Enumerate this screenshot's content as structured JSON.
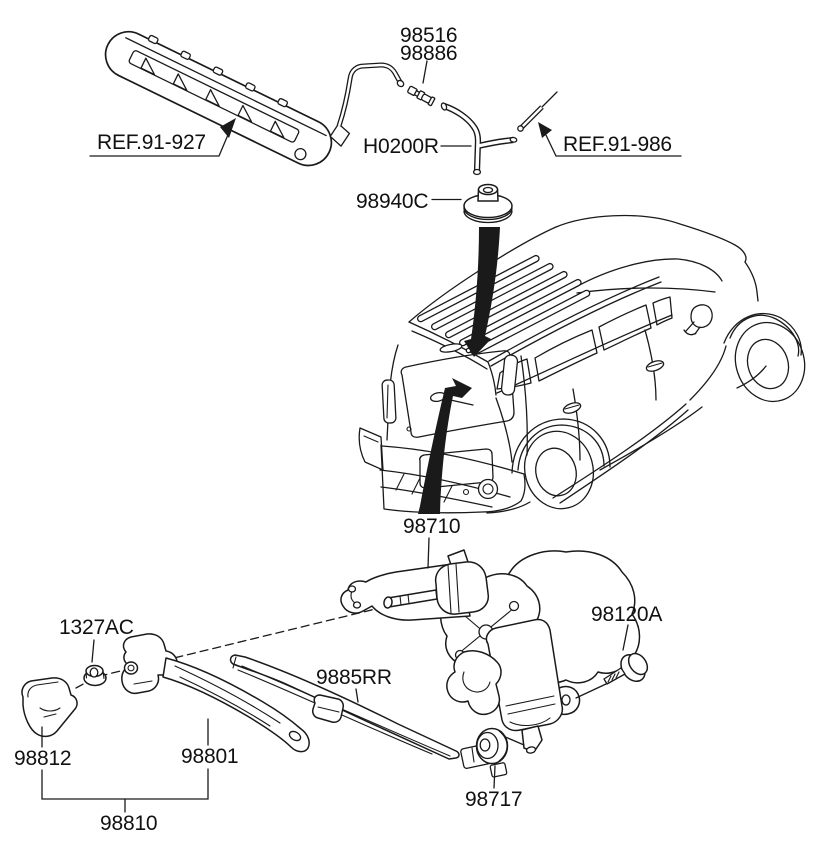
{
  "diagram": {
    "labels": {
      "ref_stop_lamp": "REF.91-927",
      "ref_hose_body": "REF.91-986",
      "washer_valve_upper": "98516",
      "washer_valve_lower": "98886",
      "washer_hose": "H0200R",
      "roof_grommet": "98940C",
      "wiper_motor": "98710",
      "mount_bolt": "98120A",
      "wiper_blade": "9885RR",
      "pivot_nut": "1327AC",
      "pivot_cap": "98812",
      "wiper_arm": "98801",
      "arm_cap_assembly": "98810",
      "motor_grommet": "98717"
    },
    "colors": {
      "line": "#1a1a1a",
      "arrow_fill": "#1a1a1a",
      "background": "#ffffff"
    }
  }
}
